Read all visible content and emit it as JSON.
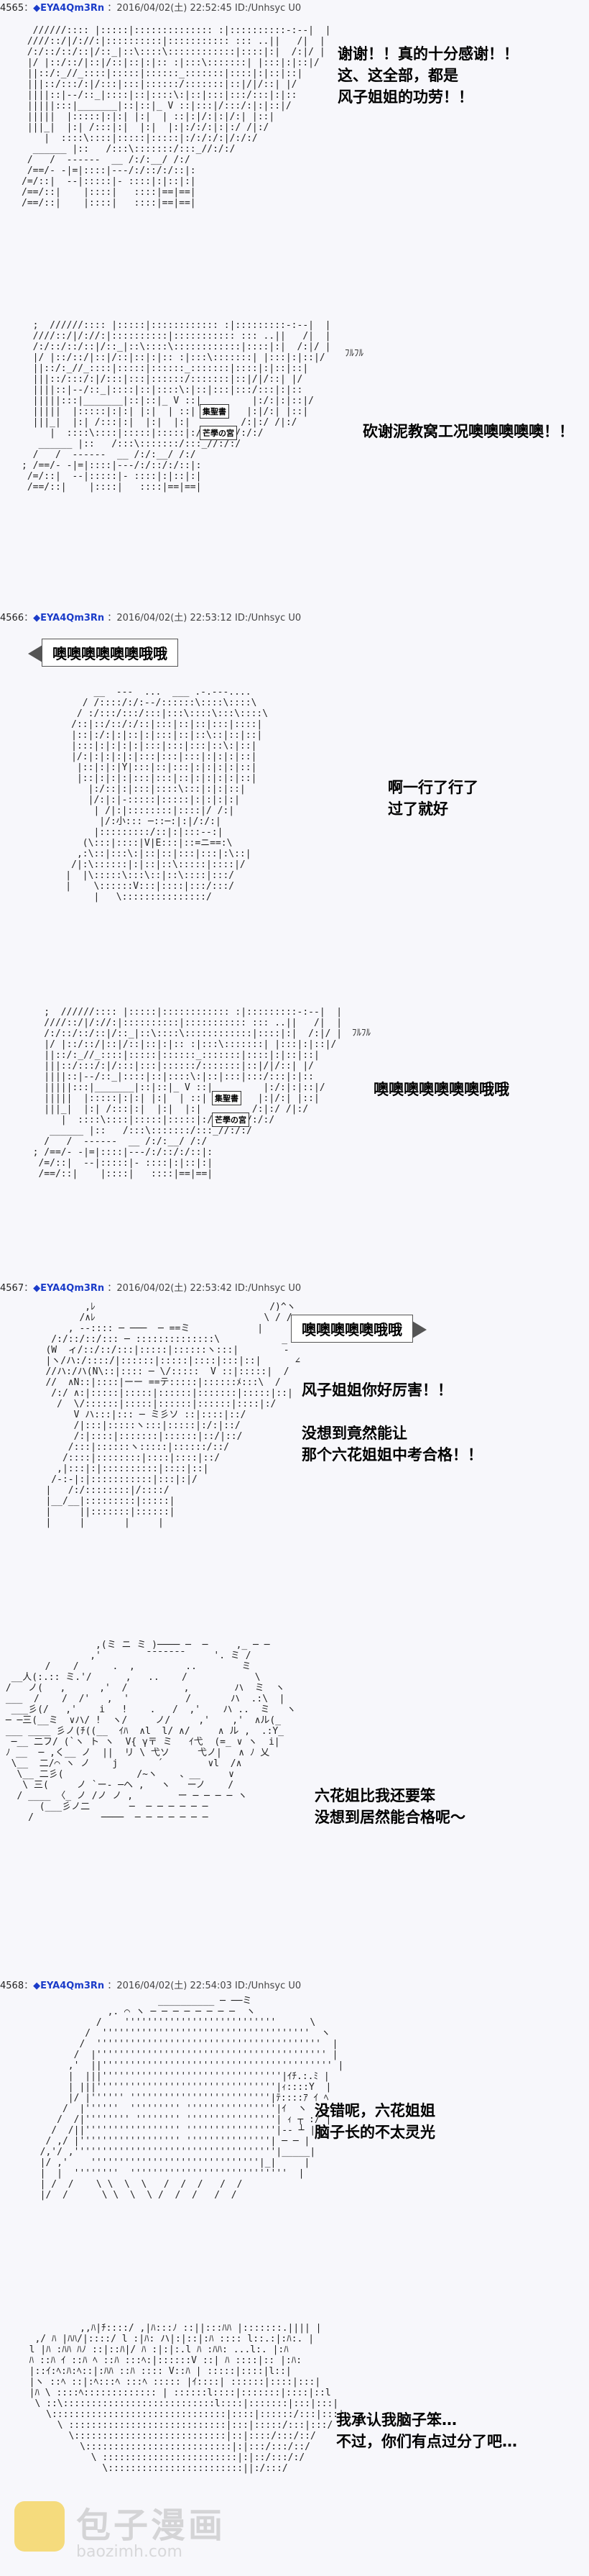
{
  "posts": [
    {
      "number": "4565",
      "name": "◆EYA4Qm3Rn",
      "date": "2016/04/02(土) 22:52:45",
      "id": "ID:/Unhsyc U0"
    },
    {
      "number": "4566",
      "name": "◆EYA4Qm3Rn",
      "date": "2016/04/02(土) 22:53:12",
      "id": "ID:/Unhsyc U0"
    },
    {
      "number": "4567",
      "name": "◆EYA4Qm3Rn",
      "date": "2016/04/02(土) 22:53:42",
      "id": "ID:/Unhsyc U0"
    },
    {
      "number": "4568",
      "name": "◆EYA4Qm3Rn",
      "date": "2016/04/02(土) 22:54:03",
      "id": "ID:/Unhsyc U0"
    }
  ],
  "panels": {
    "p1": {
      "dialog": "谢谢！！真的十分感谢！！\n这、这全部，都是\n风子姐姐的功劳！！"
    },
    "p2": {
      "sfx": "ﾌﾙﾌﾙ",
      "dialog": "砍谢泥教窝工况噢噢噢噢噢！！",
      "sign_top": "集聖書",
      "sign_bottom": "芒學の宮"
    },
    "p3": {
      "bubble": "噢噢噢噢噢噢哦哦",
      "dialog": "啊一行了行了\n过了就好"
    },
    "p4": {
      "sfx": "ﾌﾙﾌﾙ",
      "dialog": "噢噢噢噢噢噢噢哦哦",
      "sign_top": "集聖書",
      "sign_bottom": "芒學の宮"
    },
    "p5": {
      "bubble": "噢噢噢噢噢哦哦",
      "dialog": "风子姐姐你好厉害！！\n\n没想到竟然能让\n那个六花姐姐中考合格！！"
    },
    "p6": {
      "dialog": "六花姐比我还要笨\n没想到居然能合格呢～"
    },
    "p7": {
      "dialog": "没错呢，六花姐姐\n脑子长的不太灵光"
    },
    "p8": {
      "dialog": "我承认我脑子笨…\n不过，你们有点过分了吧…"
    }
  },
  "watermark": {
    "title": "包子漫画",
    "url": "baozimh.com"
  }
}
